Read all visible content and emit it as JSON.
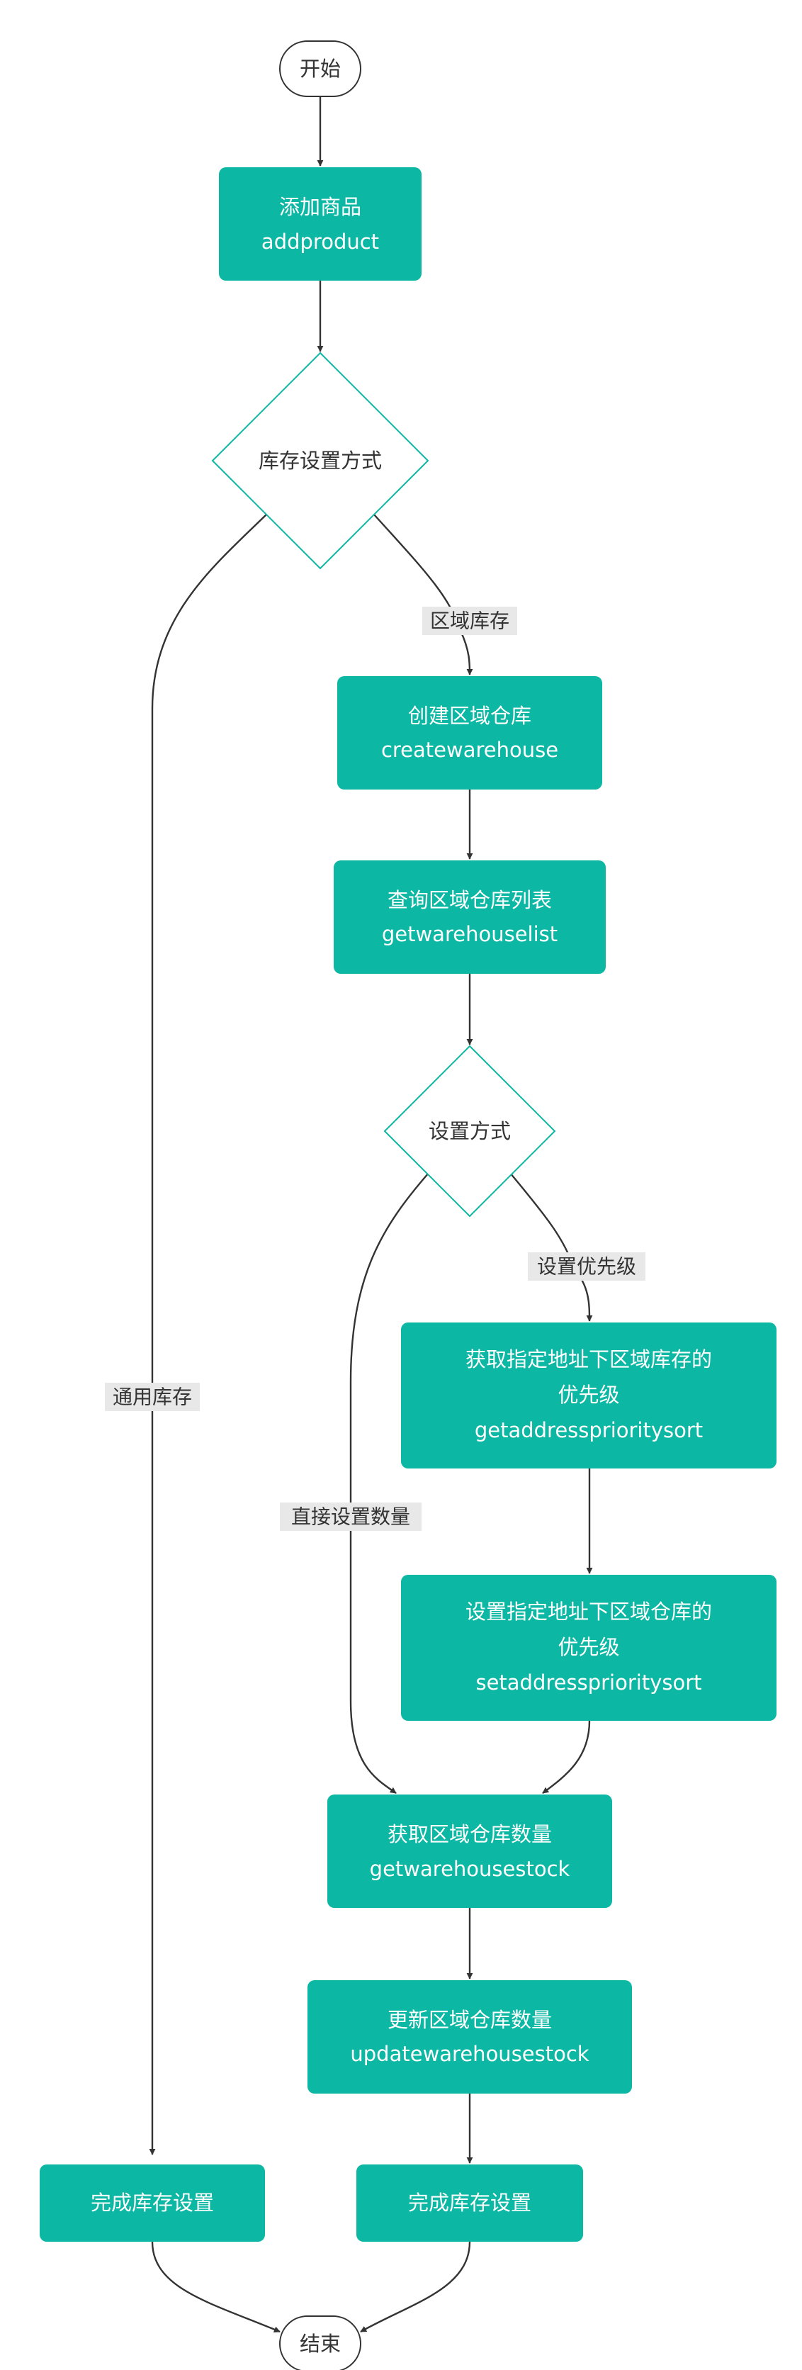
{
  "nodes": {
    "start": "开始",
    "add_product": {
      "line1": "添加商品",
      "line2": "addproduct"
    },
    "stock_mode_decision": "库存设置方式",
    "create_warehouse": {
      "line1": "创建区域仓库",
      "line2": "createwarehouse"
    },
    "get_warehouse_list": {
      "line1": "查询区域仓库列表",
      "line2": "getwarehouselist"
    },
    "set_mode_decision": "设置方式",
    "get_priority": {
      "line1": "获取指定地址下区域库存的",
      "line2": "优先级",
      "line3": "getaddressprioritysort"
    },
    "set_priority": {
      "line1": "设置指定地址下区域仓库的",
      "line2": "优先级",
      "line3": "setaddressprioritysort"
    },
    "get_stock": {
      "line1": "获取区域仓库数量",
      "line2": "getwarehousestock"
    },
    "update_stock": {
      "line1": "更新区域仓库数量",
      "line2": "updatewarehousestock"
    },
    "finish_left": "完成库存设置",
    "finish_right": "完成库存设置",
    "end": "结束"
  },
  "edge_labels": {
    "regional_stock": "区域库存",
    "general_stock": "通用库存",
    "set_priority": "设置优先级",
    "direct_set_quantity": "直接设置数量"
  },
  "colors": {
    "process_fill": "#0cb7a3",
    "process_text": "#ffffff",
    "edge": "#333333",
    "label_bg": "#e8e8e8"
  }
}
